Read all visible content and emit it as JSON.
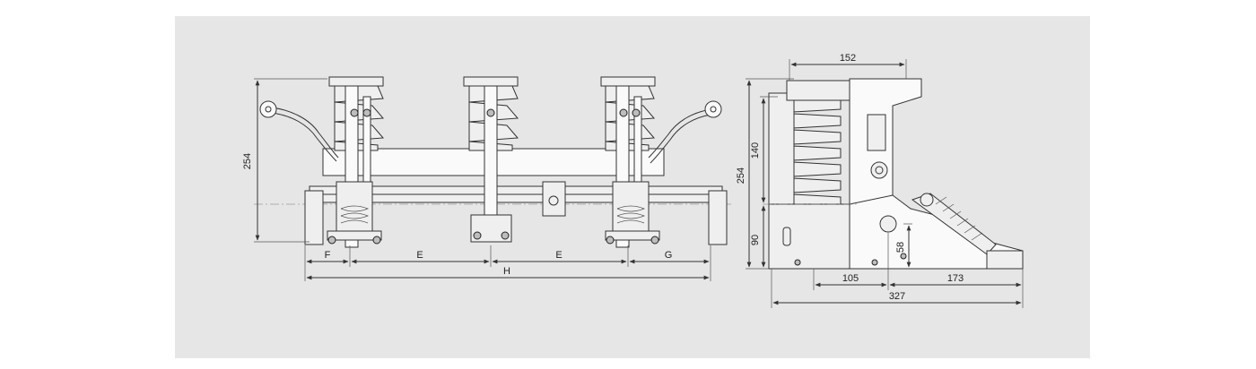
{
  "colors": {
    "panel_background": "#e6e6e6",
    "line": "#333333",
    "part_fill": "#efefef"
  },
  "front_view": {
    "labels": {
      "overall_height": "254",
      "f": "F",
      "e_left": "E",
      "e_right": "E",
      "g": "G",
      "h": "H"
    }
  },
  "side_view": {
    "labels": {
      "top_width": "152",
      "overall_height": "254",
      "insulator_height": "140",
      "base_height": "90",
      "shaft_height": "58",
      "base_offset": "105",
      "handle_offset": "173",
      "overall_length": "327"
    }
  }
}
